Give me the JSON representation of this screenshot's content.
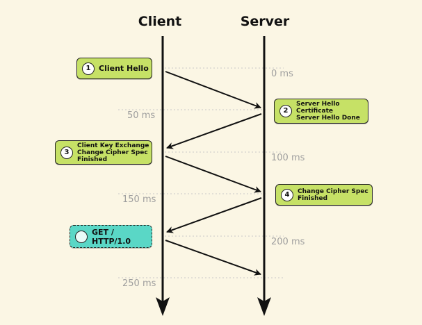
{
  "lanes": {
    "client_label": "Client",
    "server_label": "Server"
  },
  "time_ticks": [
    "0 ms",
    "50 ms",
    "100 ms",
    "150 ms",
    "200 ms",
    "250 ms"
  ],
  "steps": [
    {
      "number": "1",
      "lines": [
        "Client Hello"
      ],
      "side": "client"
    },
    {
      "number": "2",
      "lines": [
        "Server Hello",
        "Certificate",
        "Server Hello Done"
      ],
      "side": "server"
    },
    {
      "number": "3",
      "lines": [
        "Client Key Exchange",
        "Change Cipher Spec",
        "Finished"
      ],
      "side": "client"
    },
    {
      "number": "4",
      "lines": [
        "Change Cipher Spec",
        "Finished"
      ],
      "side": "server"
    }
  ],
  "request": {
    "label": "GET / HTTP/1.0"
  },
  "colors": {
    "background": "#fbf6e4",
    "step_box": "#c6e166",
    "request_box": "#5ad7c6",
    "lifeline": "#111111",
    "tick_text": "#9e9e9e"
  }
}
